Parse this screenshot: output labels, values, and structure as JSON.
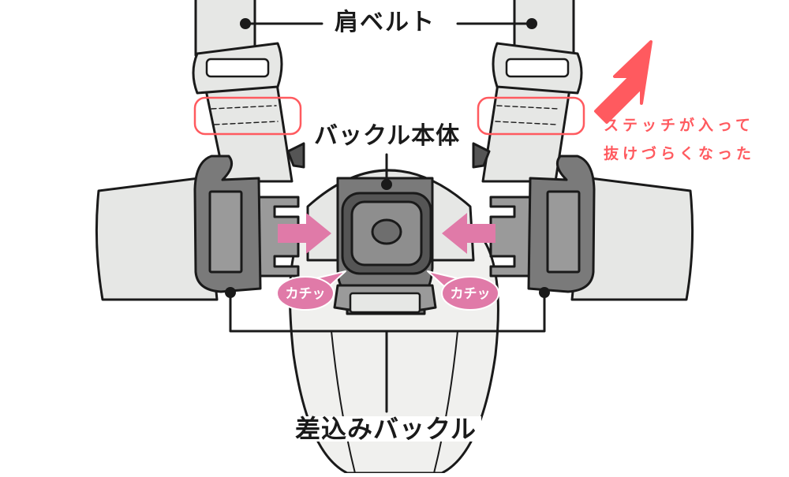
{
  "labels": {
    "shoulder_belt": "肩ベルト",
    "buckle_body": "バックル本体",
    "insert_buckle": "差込みバックル"
  },
  "note": {
    "line1": "ステッチが入って",
    "line2": "抜けづらくなった"
  },
  "click_sound": "カチッ",
  "colors": {
    "outline": "#1a1a1a",
    "belt": "#e6e7e5",
    "buckle_dark": "#7a7a7a",
    "buckle_mid": "#9a9a9a",
    "seat": "#f0f0ee",
    "pink": "#e07aa8",
    "highlight": "#ff5a5f"
  },
  "icons": {
    "arrow": "red-arrow-icon",
    "insert_arrow": "pink-arrow-icon",
    "bubble": "speech-bubble-icon"
  }
}
